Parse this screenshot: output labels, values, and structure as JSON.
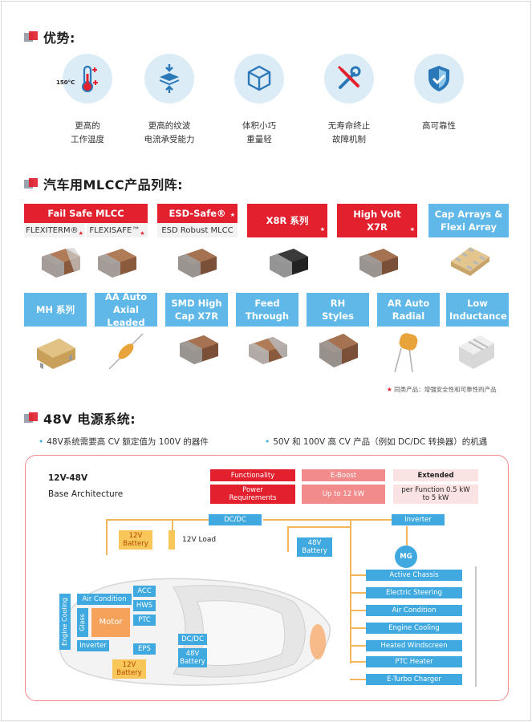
{
  "sections": {
    "advantages": "优势:",
    "products": "汽车用MLCC产品列阵:",
    "power": "48V 电源系统:"
  },
  "advantages": [
    {
      "icon": "thermometer-icon",
      "line1": "更高的",
      "line2": "工作温度",
      "badge": "150°C"
    },
    {
      "icon": "compression-layers-icon",
      "line1": "更高的纹波",
      "line2": "电流承受能力"
    },
    {
      "icon": "cube-icon",
      "line1": "体积小巧",
      "line2": "重量轻"
    },
    {
      "icon": "tools-icon",
      "line1": "无寿命终止",
      "line2": "故障机制"
    },
    {
      "icon": "shield-check-icon",
      "line1": "高可靠性",
      "line2": ""
    }
  ],
  "products": {
    "row1": [
      {
        "name": "Fail Safe MLCC",
        "sub": [
          "FLEXITERM®",
          "FLEXISAFE™"
        ]
      },
      {
        "name": "ESD-Safe®",
        "sub": [
          "ESD Robust MLCC"
        ]
      },
      {
        "name": "X8R 系列"
      },
      {
        "name": "High Volt X7R"
      },
      {
        "name": "Cap Arrays & Flexi Array"
      }
    ],
    "row2": [
      {
        "name": "MH 系列"
      },
      {
        "name": "AA Auto Axial Leaded"
      },
      {
        "name": "SMD High Cap X7R"
      },
      {
        "name": "Feed Through"
      },
      {
        "name": "RH Styles"
      },
      {
        "name": "AR Auto Radial"
      },
      {
        "name": "Low Inductance"
      }
    ],
    "star": "★",
    "note": "同类产品：增强安全性和可靠性的产品"
  },
  "power": {
    "bullet1": "48V系统需要高 CV 额定值为 100V 的器件",
    "bullet2": "50V 和 100V 高 CV 产品（例如 DC/DC 转换器）的机遇",
    "diagram": {
      "title": "12V-48V",
      "subtitle": "Base Architecture",
      "legend": {
        "functionality": "Functionality",
        "eboost": "E-Boost",
        "extended": "Extended",
        "power_req": "Power Requirements",
        "upto": "Up to 12 kW",
        "perfunc": "per Function 0.5 kW to 5 kW"
      },
      "dcdc": "DC/DC",
      "inverter": "Inverter",
      "battery12": "12V Battery",
      "load12": "12V Load",
      "battery48": "48V Battery",
      "mg": "MG",
      "loads": [
        "Active Chassis",
        "Electric Steering",
        "Air Condition",
        "Engine Cooling",
        "Heated Windscreen",
        "PTC Heater",
        "E-Turbo Charger"
      ],
      "car": {
        "engine_cooling": "Engine Cooling",
        "air_condition": "Air Condition",
        "acc": "ACC",
        "hws": "HWS",
        "glass": "Glass",
        "motor": "Motor",
        "ptc": "PTC",
        "inverter": "Inverter",
        "eps": "EPS",
        "battery12": "12V Battery",
        "dcdc": "DC/DC",
        "battery48": "48V Battery"
      }
    }
  }
}
